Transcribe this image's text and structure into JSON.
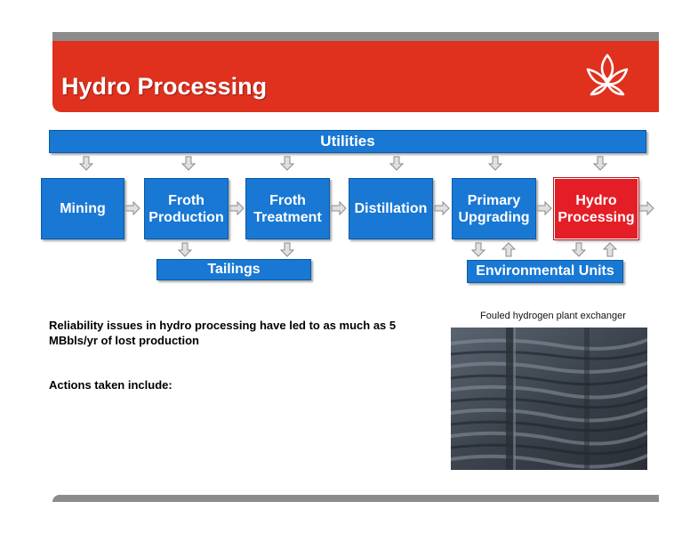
{
  "slide": {
    "title": "Hydro Processing",
    "logo_icon": "flame-leaf-logo-icon",
    "accent_color": "#e0301e",
    "box_color": "#1878d4",
    "highlight_color": "#e41e26"
  },
  "diagram": {
    "utilities": "Utilities",
    "process_steps": [
      {
        "label": "Mining"
      },
      {
        "label": "Froth\nProduction"
      },
      {
        "label": "Froth\nTreatment"
      },
      {
        "label": "Distillation"
      },
      {
        "label": "Primary\nUpgrading"
      },
      {
        "label": "Hydro\nProcessing",
        "highlighted": true
      }
    ],
    "tailings": "Tailings",
    "environmental_units": "Environmental Units"
  },
  "body": {
    "reliability_text": "Reliability issues in hydro processing have led to as much as 5 MBbls/yr of lost production",
    "actions_text": "Actions taken include:"
  },
  "photo": {
    "caption": "Fouled hydrogen plant exchanger"
  }
}
